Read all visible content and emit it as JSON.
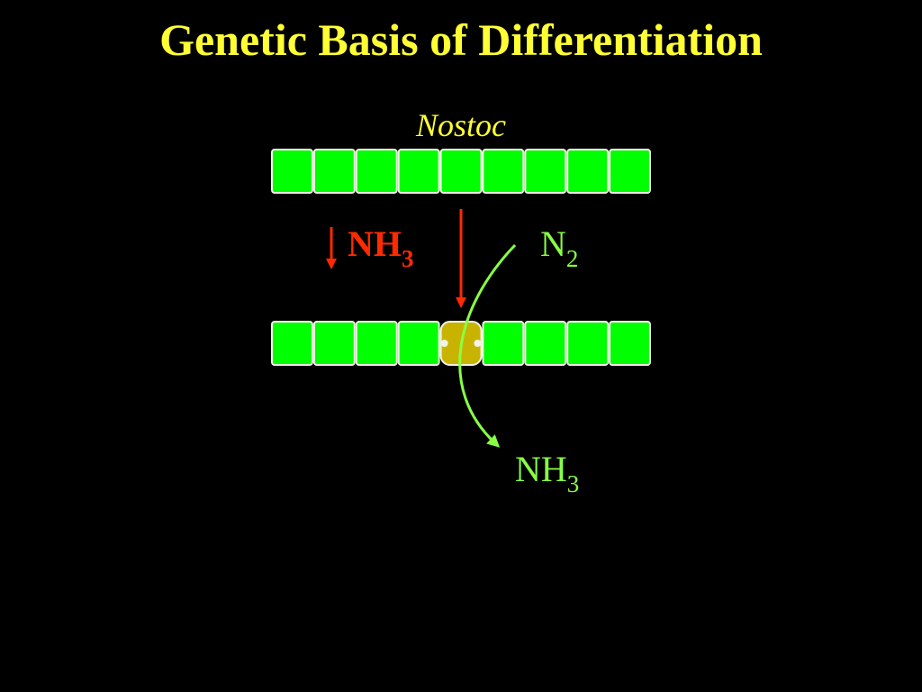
{
  "slide": {
    "title": "Genetic Basis of Differentiation",
    "subtitle": "Nostoc"
  },
  "labels": {
    "nh3_low": {
      "base": "NH",
      "sub": "3"
    },
    "n2": {
      "base": "N",
      "sub": "2"
    },
    "nh3_made": {
      "base": "NH",
      "sub": "3"
    }
  },
  "colors": {
    "background": "#000000",
    "title": "#FFFF33",
    "vegetative_cell": "#00FF00",
    "cell_outline": "#F2F2E6",
    "heterocyst": "#C8B400",
    "arrow_red": "#FF2A00",
    "arrow_green": "#88FF44"
  },
  "filaments": [
    {
      "id": "filament-top",
      "cell_count": 9,
      "heterocyst_index": null
    },
    {
      "id": "filament-bottom",
      "cell_count": 9,
      "heterocyst_index": 4
    }
  ]
}
